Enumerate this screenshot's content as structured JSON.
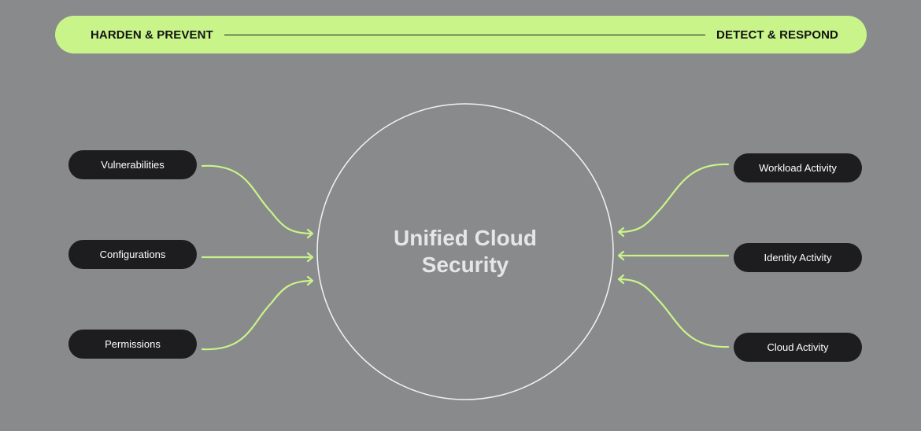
{
  "banner": {
    "left_label": "HARDEN & PREVENT",
    "right_label": "DETECT & RESPOND"
  },
  "center": {
    "title_line1": "Unified Cloud",
    "title_line2": "Security"
  },
  "left_items": [
    {
      "label": "Vulnerabilities"
    },
    {
      "label": "Configurations"
    },
    {
      "label": "Permissions"
    }
  ],
  "right_items": [
    {
      "label": "Workload Activity"
    },
    {
      "label": "Identity Activity"
    },
    {
      "label": "Cloud Activity"
    }
  ],
  "colors": {
    "background": "#898a8c",
    "accent": "#c9f48a",
    "pill": "#1d1d20",
    "circle": "#f2f2f2"
  }
}
